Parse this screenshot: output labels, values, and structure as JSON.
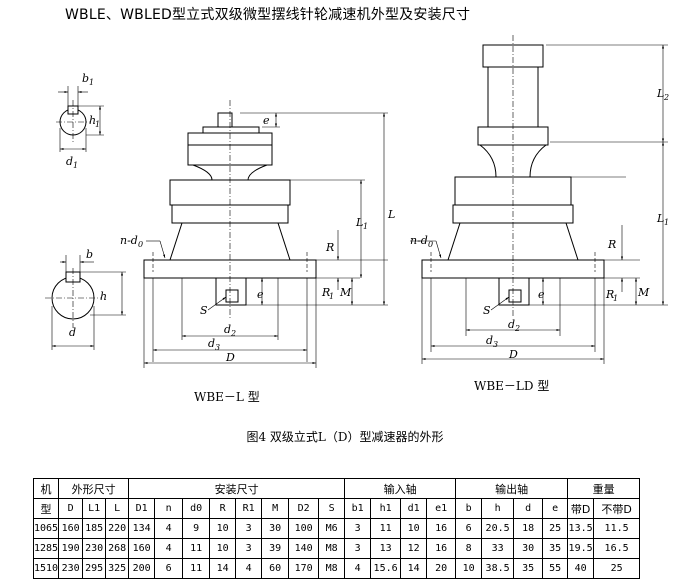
{
  "title": "WBLE、WBLED型立式双级微型摆线针轮减速机外型及安装尺寸",
  "figure": {
    "caption": "图4 双级立式L（D）型减速器的外形",
    "left_label": "WBE－L 型",
    "right_label": "WBE－LD 型",
    "labels": {
      "b1": "b",
      "b1_sub": "1",
      "h1": "h",
      "h1_sub": "1",
      "d1": "d",
      "d1_sub": "1",
      "b": "b",
      "h": "h",
      "d": "d",
      "e": "e",
      "nd0": "n-d",
      "nd0_sub": "0",
      "L": "L",
      "L1": "L",
      "L1_sub": "1",
      "L2": "L",
      "L2_sub": "2",
      "R": "R",
      "R1": "R",
      "R1_sub": "1",
      "M": "M",
      "S": "S",
      "d2": "d",
      "d2_sub": "2",
      "d3": "d",
      "d3_sub": "3",
      "D": "D"
    }
  },
  "table": {
    "headers": {
      "machine_1": "机",
      "machine_2": "型",
      "outline": "外形尺寸",
      "install": "安装尺寸",
      "input": "输入轴",
      "output": "输出轴",
      "weight": "重量",
      "with_motor": "带D",
      "without_motor": "不带D"
    },
    "subheaders": [
      "D",
      "L1",
      "L",
      "D1",
      "n",
      "d0",
      "R",
      "R1",
      "M",
      "D2",
      "S",
      "b1",
      "h1",
      "d1",
      "e1",
      "b",
      "h",
      "d",
      "e"
    ],
    "rows": [
      [
        "1065",
        "160",
        "185",
        "220",
        "134",
        "4",
        "9",
        "10",
        "3",
        "30",
        "100",
        "M6",
        "3",
        "11",
        "10",
        "16",
        "6",
        "20.5",
        "18",
        "25",
        "13.5",
        "11.5"
      ],
      [
        "1285",
        "190",
        "230",
        "268",
        "160",
        "4",
        "11",
        "10",
        "3",
        "39",
        "140",
        "M8",
        "3",
        "13",
        "12",
        "16",
        "8",
        "33",
        "30",
        "35",
        "19.5",
        "16.5"
      ],
      [
        "1510",
        "230",
        "295",
        "325",
        "200",
        "6",
        "11",
        "14",
        "4",
        "60",
        "170",
        "M8",
        "4",
        "15.6",
        "14",
        "20",
        "10",
        "38.5",
        "35",
        "55",
        "40",
        "25"
      ]
    ]
  }
}
